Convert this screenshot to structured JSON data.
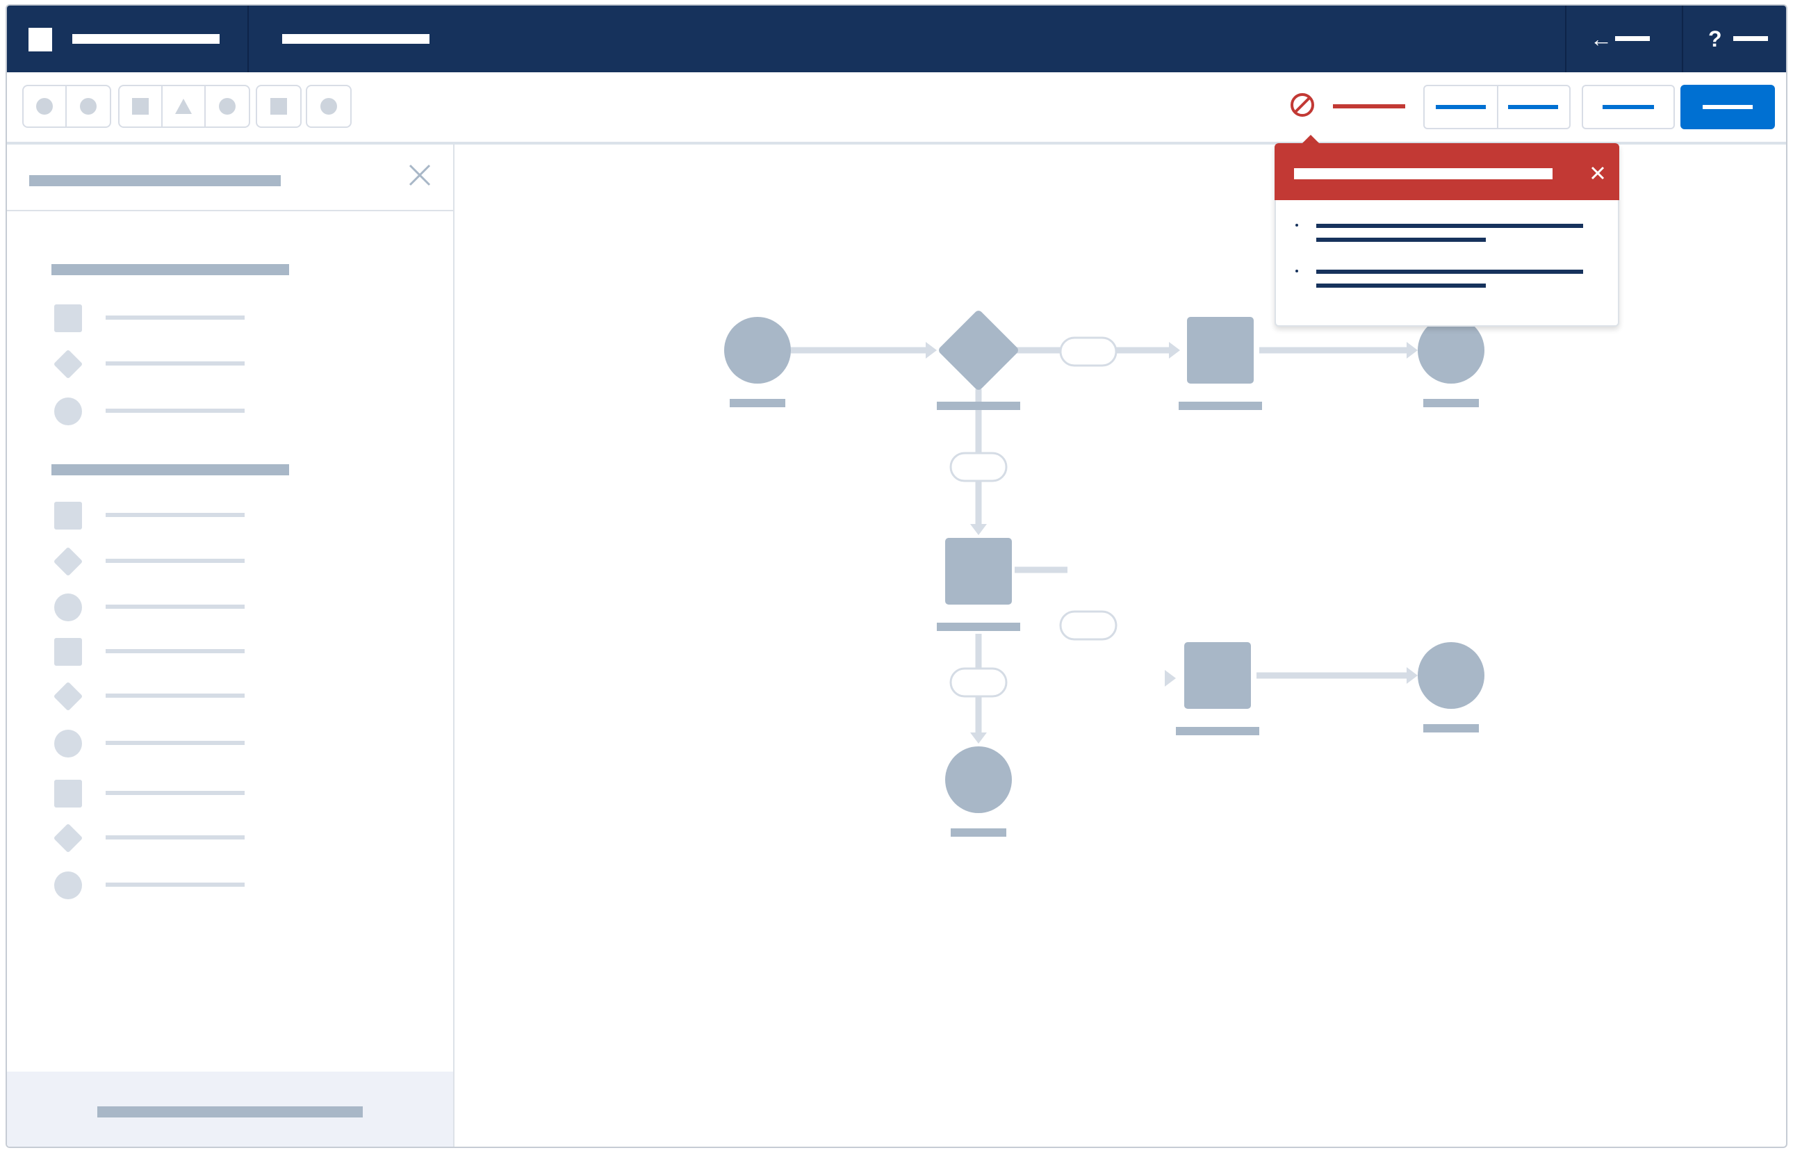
{
  "colors": {
    "header_bg": "#16325c",
    "accent_blue": "#0070d2",
    "error_red": "#c23934",
    "node_fill": "#a8b7c7",
    "connector": "#d5dce5",
    "sidebar_footer_bg": "#eef1f8"
  },
  "header": {
    "icons": [
      "app-logo-icon",
      "back-arrow-icon",
      "help-question-icon"
    ],
    "back_glyph": "←",
    "help_glyph": "?"
  },
  "toolbar": {
    "tool_groups": [
      [
        "circle-tool-icon",
        "circle-tool-icon"
      ],
      [
        "square-tool-icon",
        "triangle-tool-icon",
        "circle-tool-icon"
      ],
      [
        "square-tool-icon"
      ],
      [
        "circle-tool-icon"
      ]
    ],
    "error_icon": "prohibited-icon"
  },
  "sidebar": {
    "close_icon": "close-icon",
    "sections": [
      {
        "items": [
          "square",
          "diamond",
          "circle"
        ]
      },
      {
        "items": [
          "square",
          "diamond",
          "circle",
          "square",
          "diamond",
          "circle",
          "square",
          "diamond",
          "circle"
        ]
      }
    ]
  },
  "popover": {
    "close_icon": "close-icon",
    "bullet_count": 2
  },
  "diagram": {
    "nodes": [
      {
        "id": "n1",
        "shape": "circle"
      },
      {
        "id": "n2",
        "shape": "diamond"
      },
      {
        "id": "n3",
        "shape": "square"
      },
      {
        "id": "n4",
        "shape": "circle"
      },
      {
        "id": "n5",
        "shape": "square"
      },
      {
        "id": "n6",
        "shape": "square"
      },
      {
        "id": "n7",
        "shape": "circle"
      },
      {
        "id": "n8",
        "shape": "circle"
      }
    ],
    "edges": [
      {
        "from": "n1",
        "to": "n2",
        "label": false
      },
      {
        "from": "n2",
        "to": "n3",
        "label": true
      },
      {
        "from": "n3",
        "to": "n4",
        "label": false
      },
      {
        "from": "n2",
        "to": "n5",
        "label": true
      },
      {
        "from": "n5",
        "to": "n6",
        "label": true
      },
      {
        "from": "n6",
        "to": "n7",
        "label": false
      },
      {
        "from": "n5",
        "to": "n8",
        "label": true
      }
    ]
  }
}
